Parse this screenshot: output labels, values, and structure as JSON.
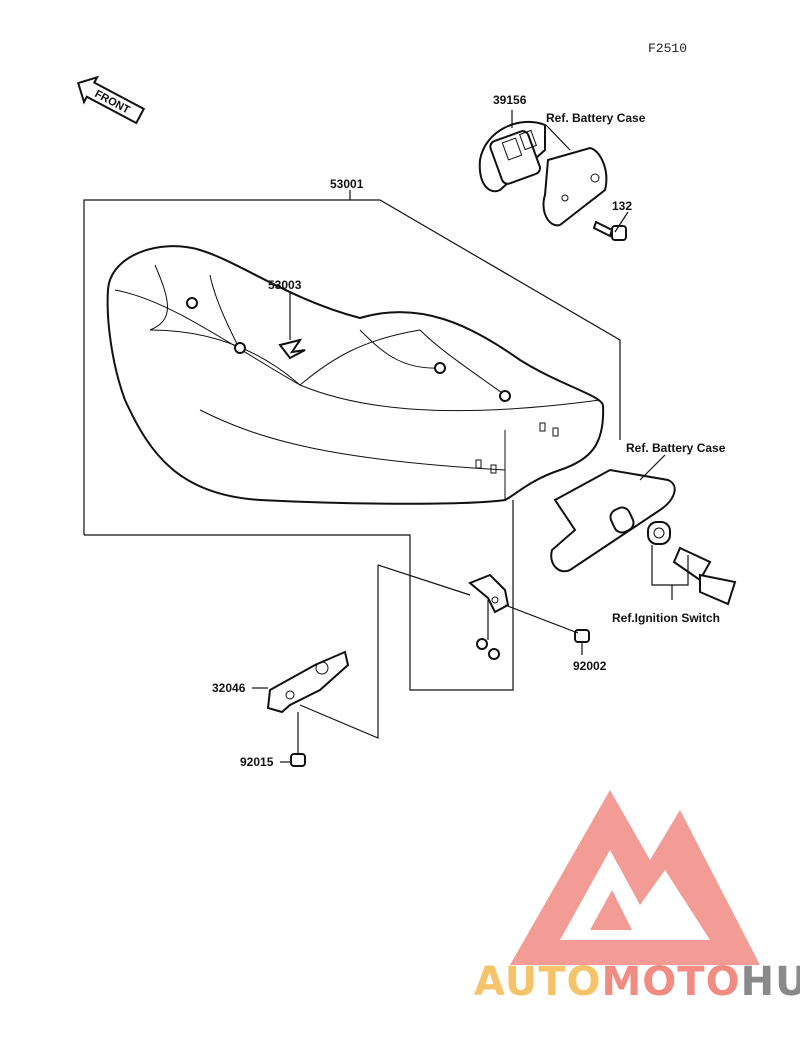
{
  "figure_code": "F2510",
  "front_arrow": {
    "label": "FRONT"
  },
  "labels": {
    "p39156": "39156",
    "ref_battery_case_top": "Ref. Battery Case",
    "p132": "132",
    "p53001": "53001",
    "p53003": "53003",
    "ref_battery_case_side": "Ref. Battery Case",
    "ref_ignition_switch": "Ref.Ignition Switch",
    "p92002": "92002",
    "p32046": "32046",
    "p92015": "92015"
  },
  "watermark": {
    "text_part1": "AUTO",
    "text_part2": "MOTO",
    "text_part3": "HUB",
    "color_part1": "#f5c46a",
    "color_part2": "#f28b82",
    "color_part3": "#8a8a8a",
    "logo_color": "#f07b72"
  }
}
